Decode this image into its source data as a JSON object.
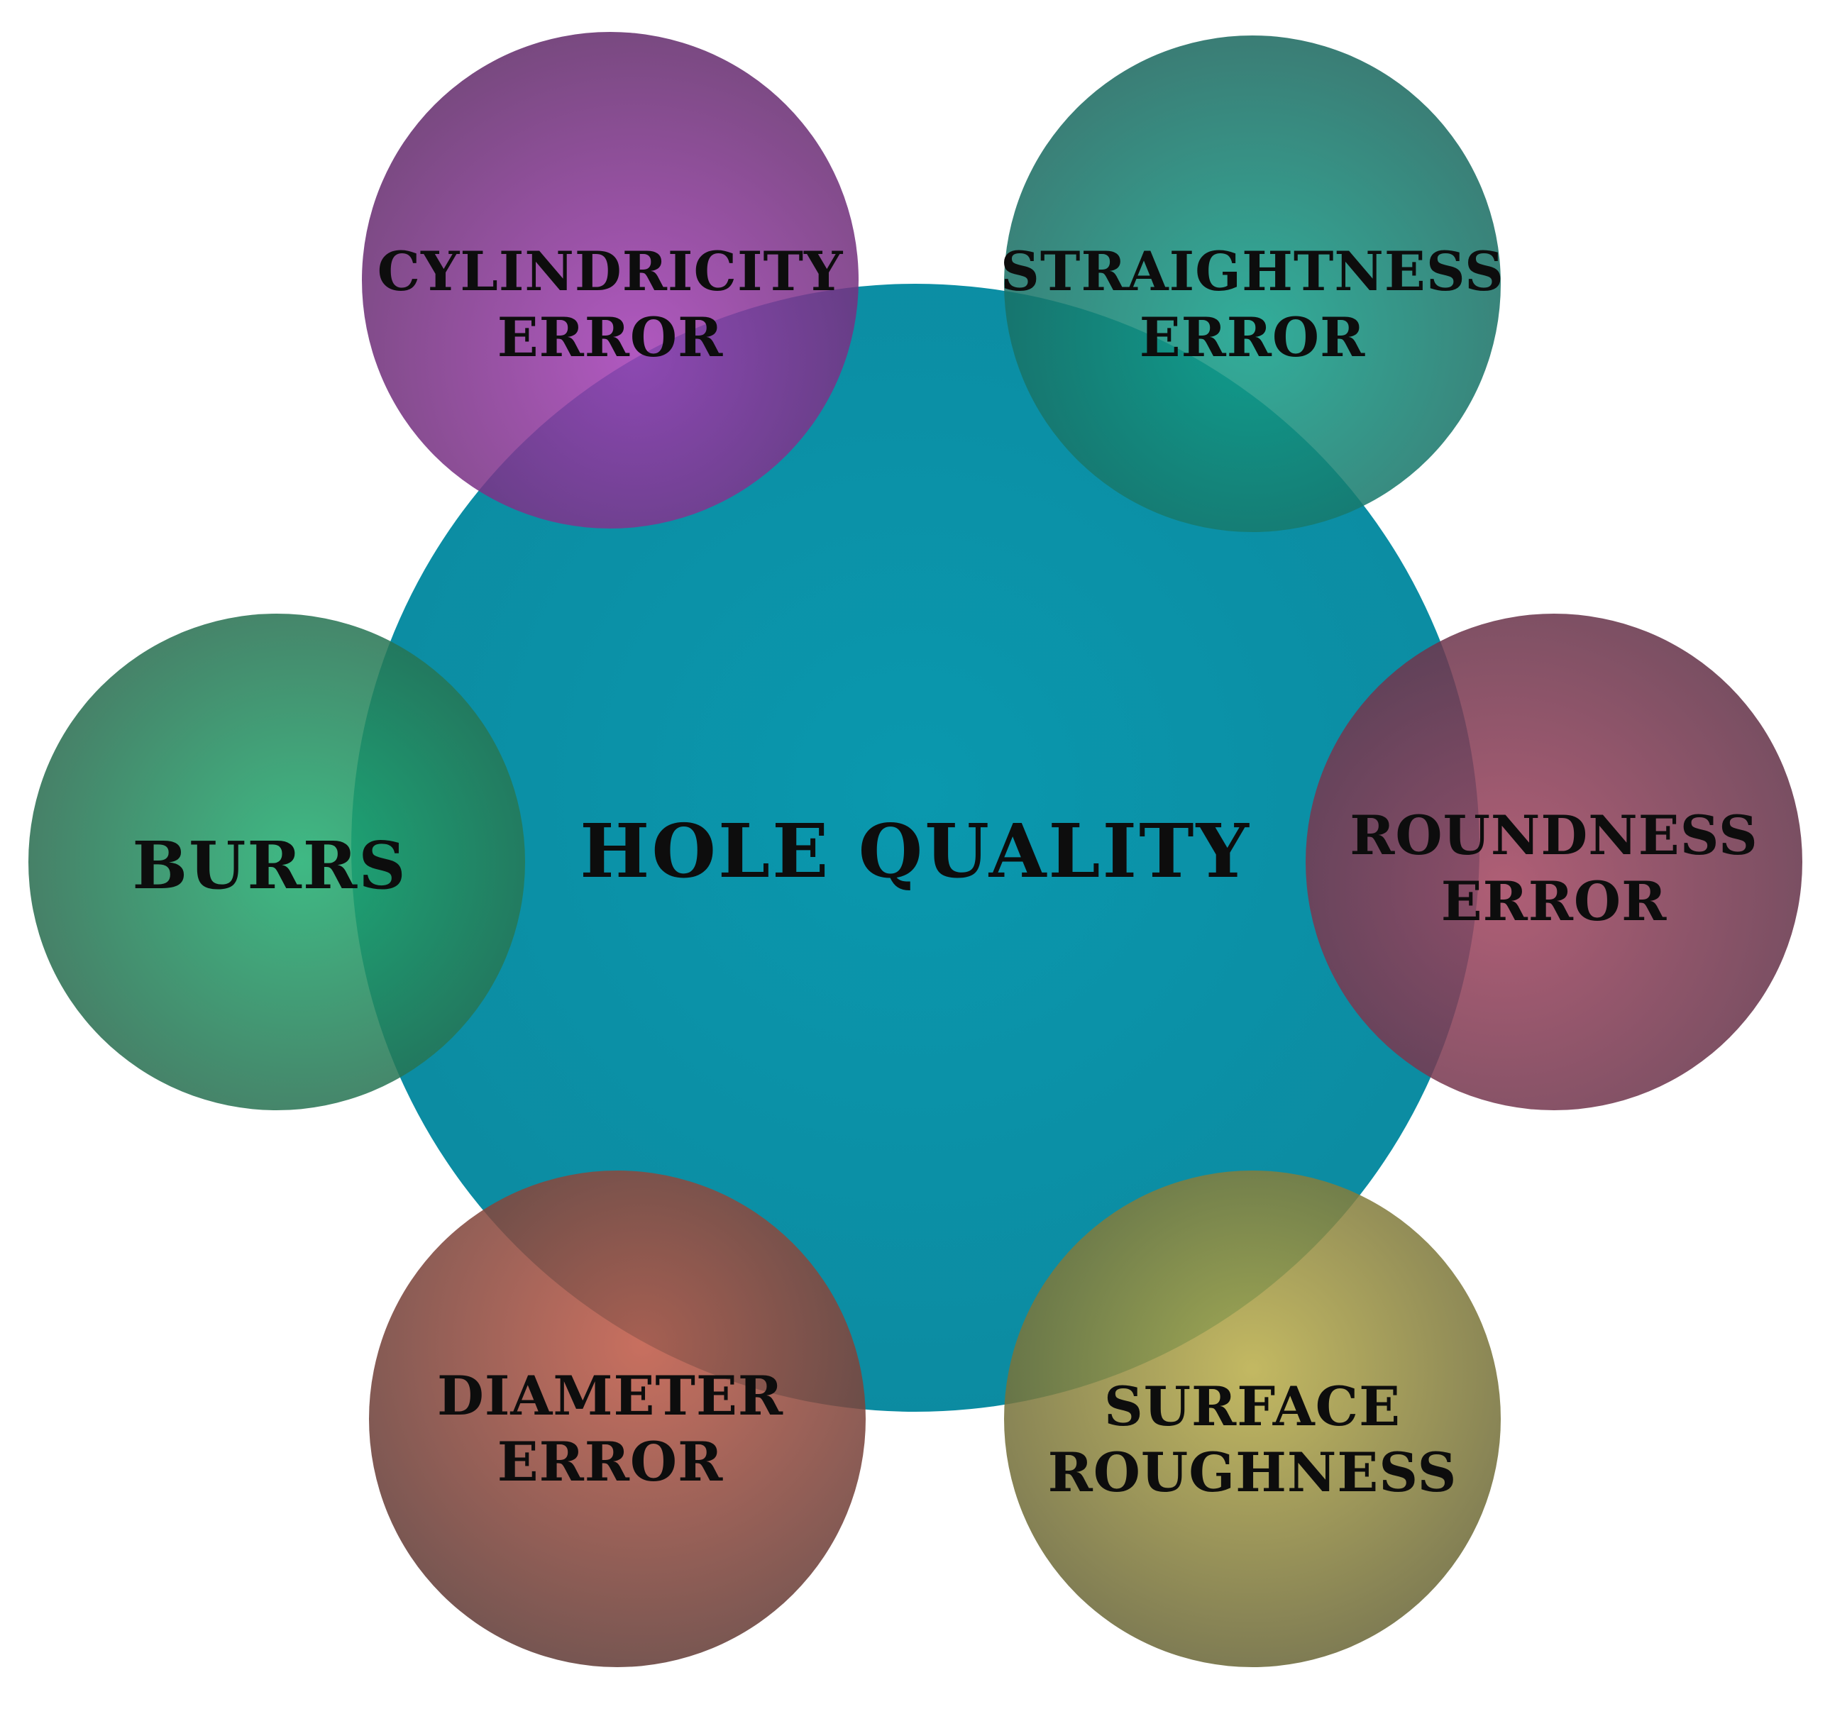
{
  "center": {
    "label": "HOLE QUALITY",
    "color": "#0a93a9"
  },
  "satellites": [
    {
      "id": "cylindricity",
      "lines": [
        "CYLINDRICITY",
        "ERROR"
      ],
      "color": "#8a2b9a"
    },
    {
      "id": "straightness",
      "lines": [
        "STRAIGHTNESS",
        "ERROR"
      ],
      "color": "#0f8a78"
    },
    {
      "id": "burrs",
      "lines": [
        "BURRS"
      ],
      "color": "#16935e"
    },
    {
      "id": "roundness",
      "lines": [
        "ROUNDNESS",
        "ERROR"
      ],
      "color": "#8a2a4e"
    },
    {
      "id": "diameter",
      "lines": [
        "DIAMETER",
        "ERROR"
      ],
      "color": "#9c3c2c"
    },
    {
      "id": "surface",
      "lines": [
        "SURFACE",
        "ROUGHNESS"
      ],
      "color": "#97922e"
    }
  ]
}
